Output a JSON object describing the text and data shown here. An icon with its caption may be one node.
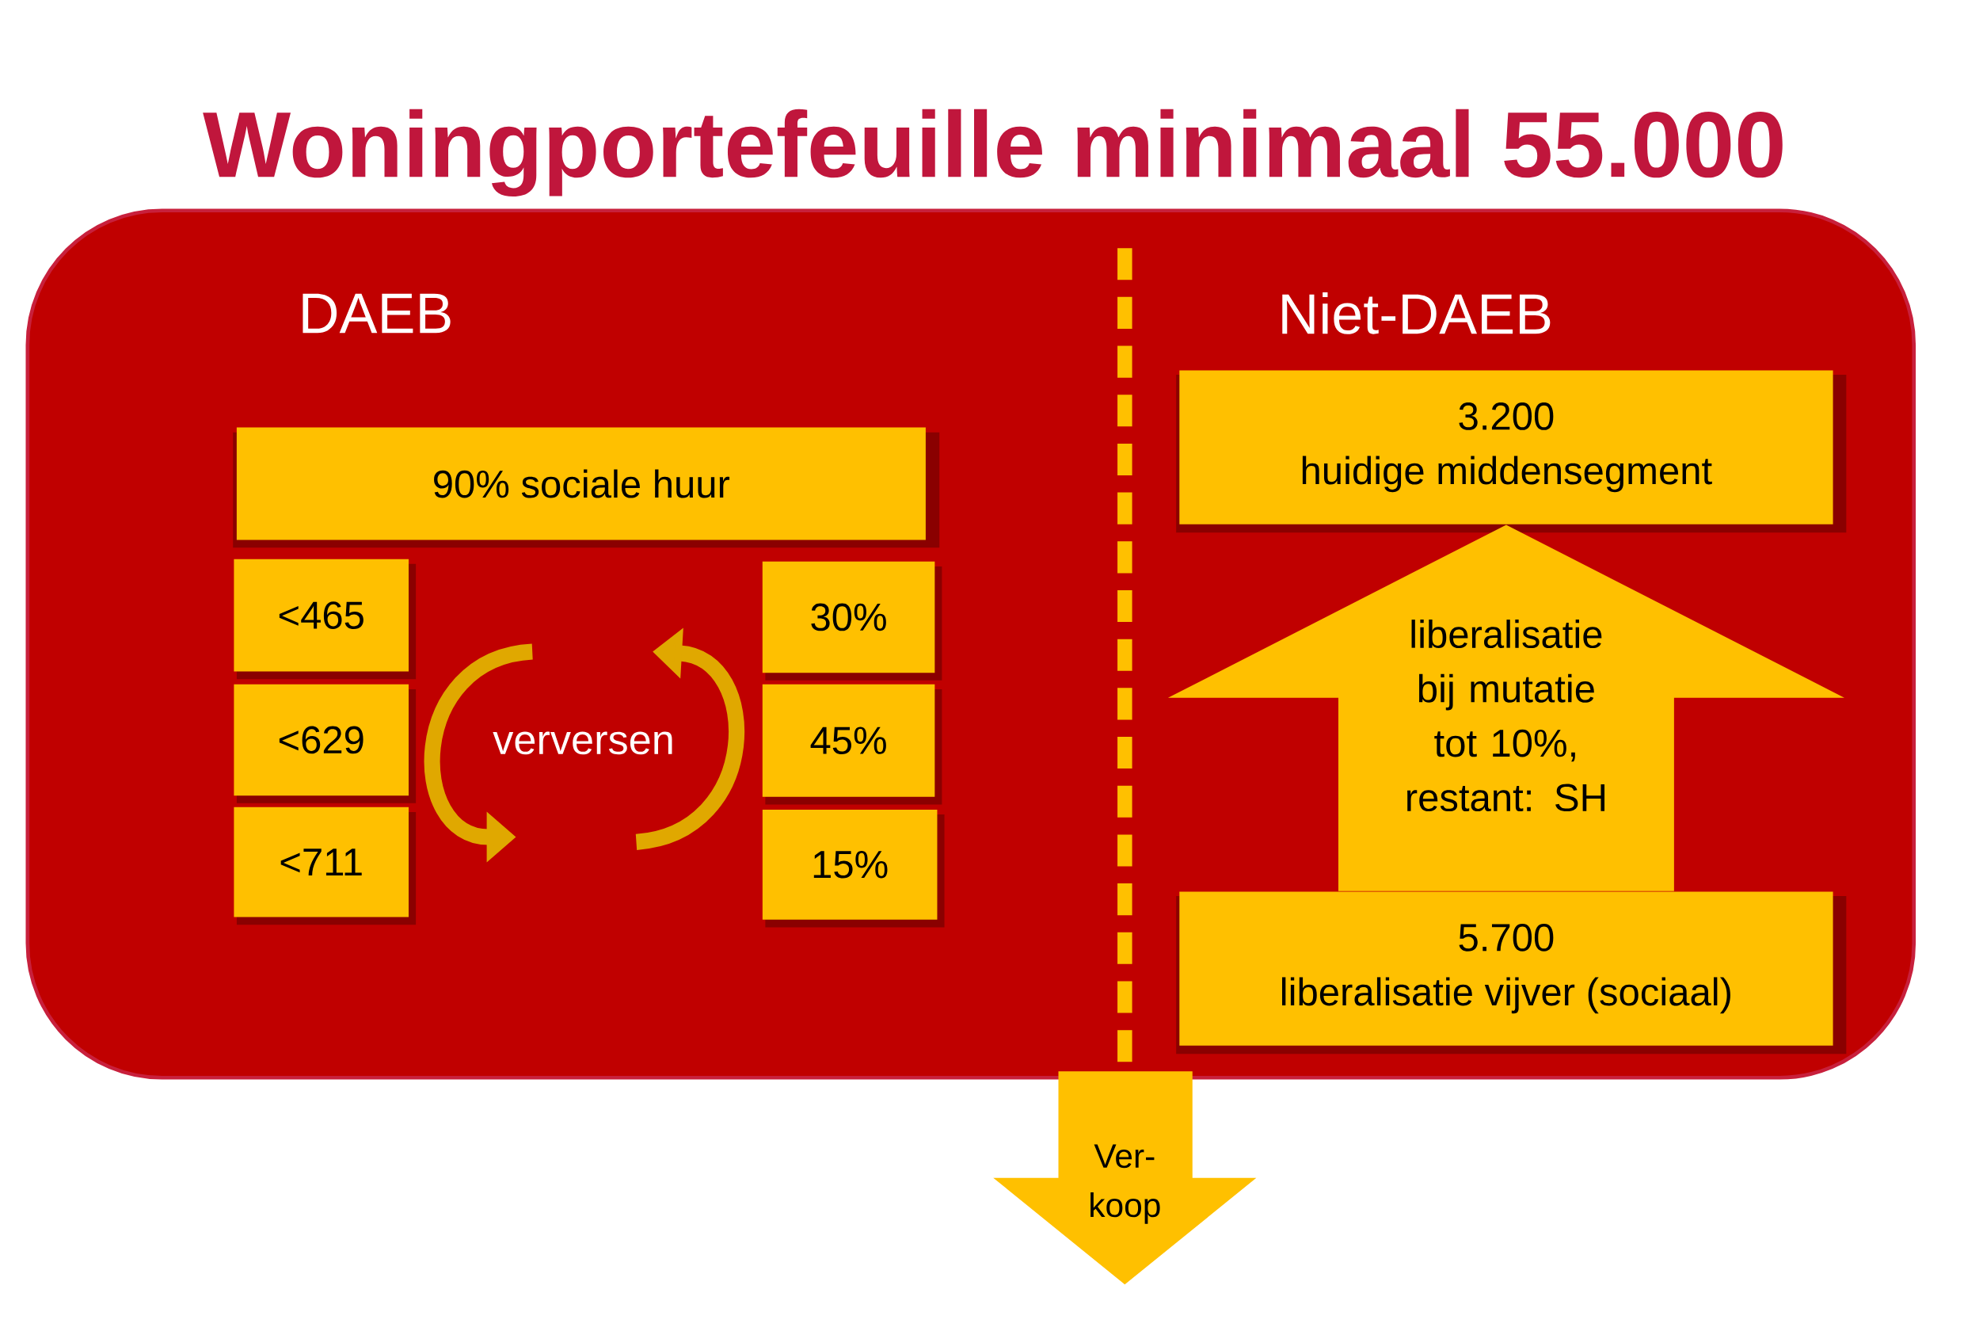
{
  "diagram": {
    "title": "Woningportefeuille minimaal 55.000",
    "nodes": [
      {
        "text": [
          "90%  sociale huur"
        ]
      },
      {
        "text": [
          "<465"
        ]
      },
      {
        "text": [
          "<629"
        ]
      },
      {
        "text": [
          "<711"
        ]
      },
      {
        "text": [
          "30%"
        ]
      },
      {
        "text": [
          "45%"
        ]
      },
      {
        "text": [
          "15%"
        ]
      },
      {
        "text": [
          "3.200",
          "huidige middensegment"
        ]
      },
      {
        "text": [
          "5.700",
          "liberalisatie vijver (sociaal)"
        ]
      },
      {
        "text": [
          "Ver- koop"
        ]
      }
    ],
    "edges": [
      {
        "from": 8,
        "to": 7,
        "arrow": "to",
        "label": "liberalisatie bij mutatie tot 10%, restant: SH"
      }
    ],
    "labels": [
      "DAEB",
      "Niet-DAEB",
      "verversen"
    ]
  }
}
